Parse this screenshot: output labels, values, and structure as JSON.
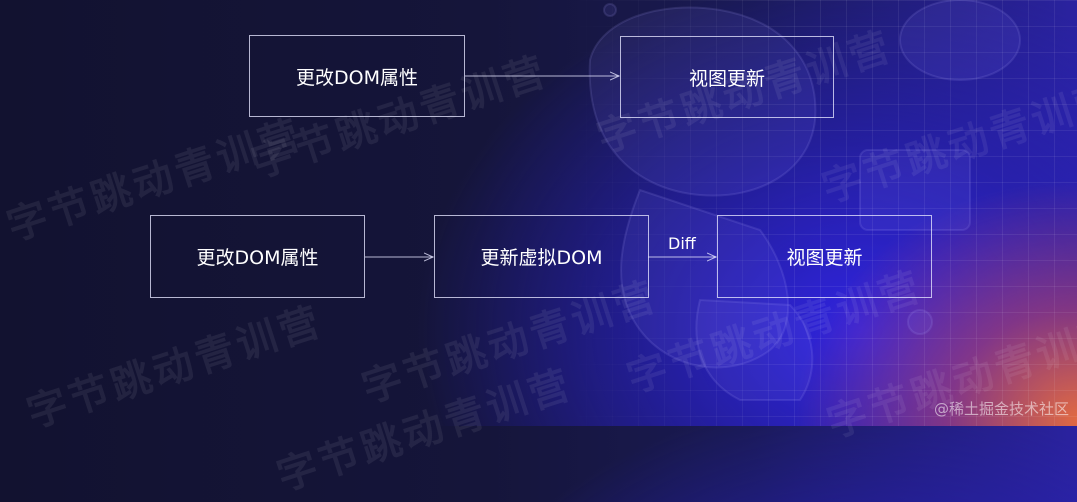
{
  "watermark_text": "字节跳动青训营",
  "footer_watermark": "@稀土掘金技术社区",
  "colors": {
    "box_border": "#e6e6ff",
    "text": "#ffffff",
    "background_dark": "#141432",
    "accent_blue": "#3024e6",
    "accent_orange": "#ec6e3c"
  },
  "top_row": {
    "nodes": [
      {
        "id": "change-dom-attr",
        "label": "更改DOM属性"
      },
      {
        "id": "view-update",
        "label": "视图更新"
      }
    ],
    "edges": [
      {
        "from": "change-dom-attr",
        "to": "view-update",
        "label": ""
      }
    ]
  },
  "bottom_row": {
    "nodes": [
      {
        "id": "change-dom-attr",
        "label": "更改DOM属性"
      },
      {
        "id": "update-virtual-dom",
        "label": "更新虚拟DOM"
      },
      {
        "id": "view-update",
        "label": "视图更新"
      }
    ],
    "edges": [
      {
        "from": "change-dom-attr",
        "to": "update-virtual-dom",
        "label": ""
      },
      {
        "from": "update-virtual-dom",
        "to": "view-update",
        "label": "Diff"
      }
    ]
  }
}
